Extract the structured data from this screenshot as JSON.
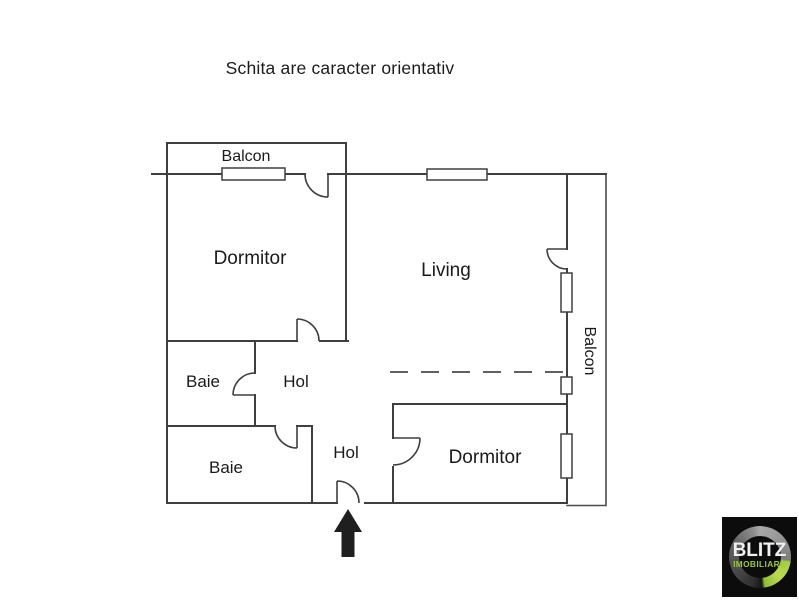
{
  "title": "Schita are caracter orientativ",
  "plan": {
    "rooms": [
      {
        "name": "balcon-top",
        "label": "Balcon"
      },
      {
        "name": "dormitor-top",
        "label": "Dormitor"
      },
      {
        "name": "living",
        "label": "Living"
      },
      {
        "name": "balcon-right",
        "label": "Balcon"
      },
      {
        "name": "baie-upper",
        "label": "Baie"
      },
      {
        "name": "hol-upper",
        "label": "Hol"
      },
      {
        "name": "baie-lower",
        "label": "Baie"
      },
      {
        "name": "hol-lower",
        "label": "Hol"
      },
      {
        "name": "dormitor-lower",
        "label": "Dormitor"
      }
    ],
    "entrance_marker": "up-arrow",
    "colors": {
      "wall": "#3f3f3f",
      "label_text": "#1a1a1a",
      "background": "#ffffff",
      "arrow": "#1f1f1f"
    }
  },
  "logo": {
    "brand": "BLITZ",
    "sub": "IMOBILIARE",
    "colors": {
      "background": "#0c0c0c",
      "accent_green": "#9cc83c",
      "ring_gray": "#6e6e6e",
      "text": "#efefef"
    }
  }
}
